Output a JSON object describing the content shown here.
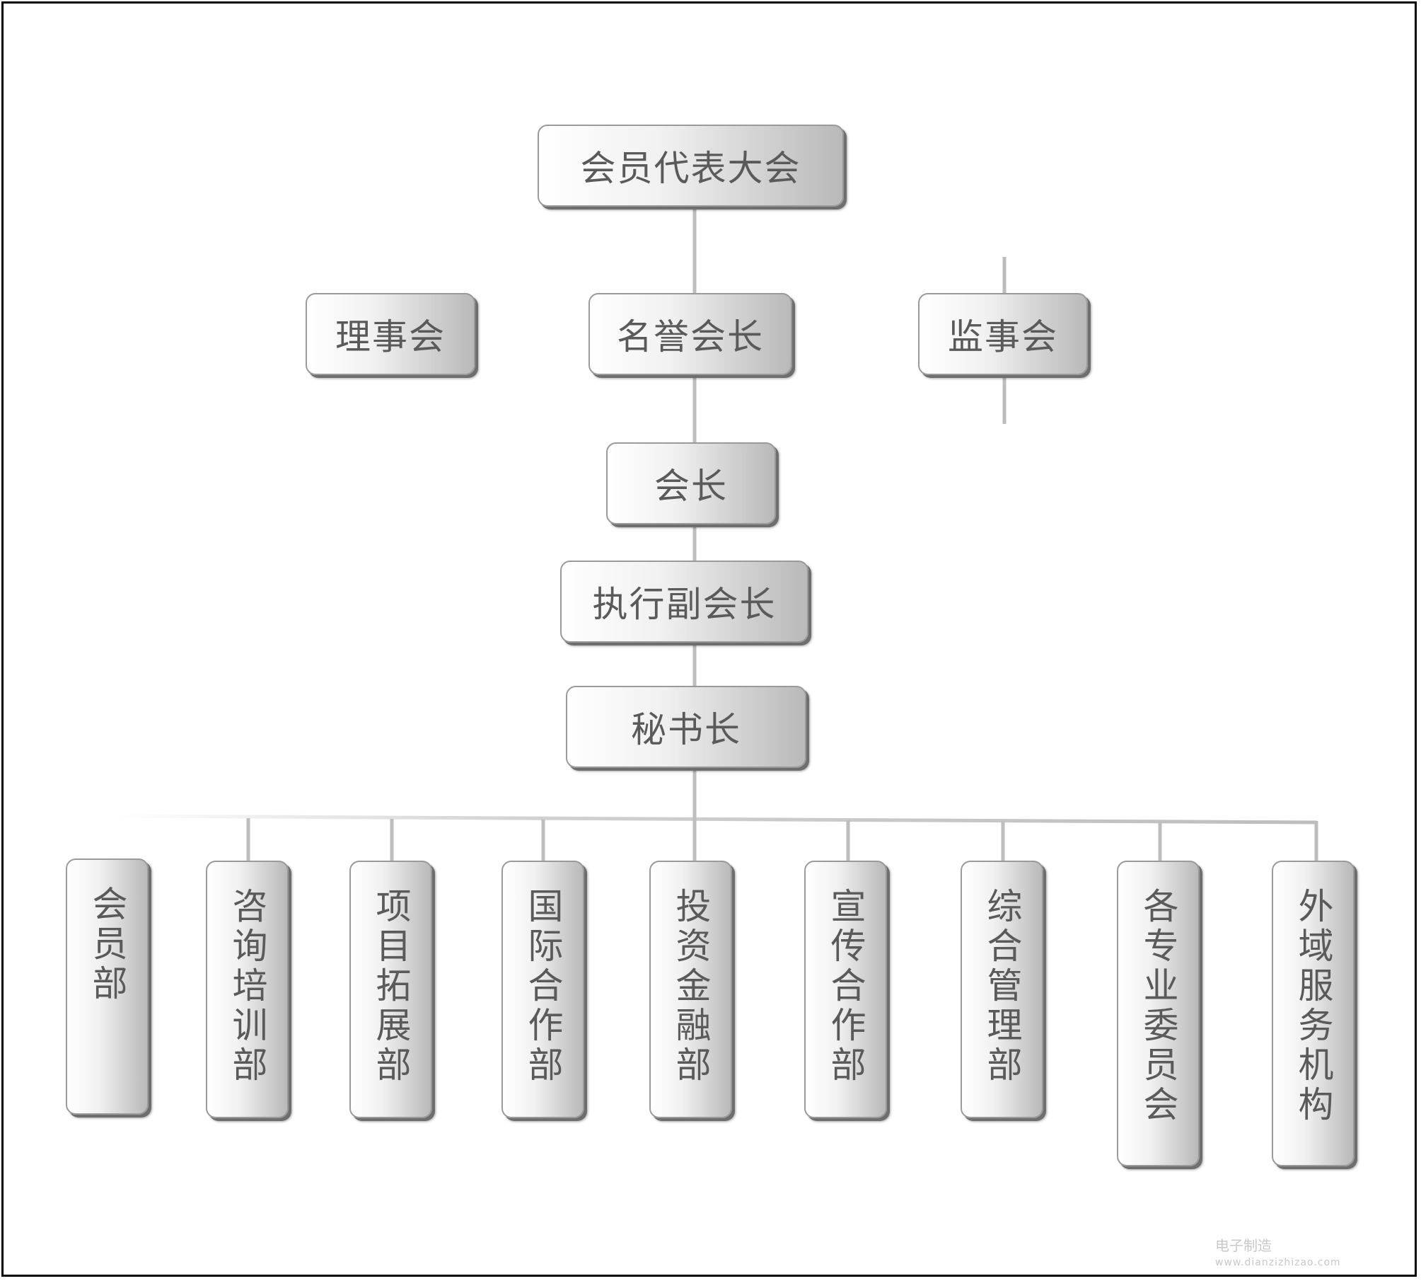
{
  "nodes": {
    "congress": "会员代表大会",
    "board": "理事会",
    "honorary_president": "名誉会长",
    "supervisory_board": "监事会",
    "president": "会长",
    "exec_vp": "执行副会长",
    "secretary_general": "秘书长"
  },
  "departments": [
    "会员部",
    "咨询培训部",
    "项目拓展部",
    "国际合作部",
    "投资金融部",
    "宣传合作部",
    "综合管理部",
    "各专业委员会",
    "外域服务机构"
  ],
  "watermark": {
    "name": "电子制造",
    "url": "www.dianzizhizao.com"
  },
  "colors": {
    "node_text": "#5a5a5a",
    "connector": "#bdbdbd",
    "border": "#000000"
  }
}
